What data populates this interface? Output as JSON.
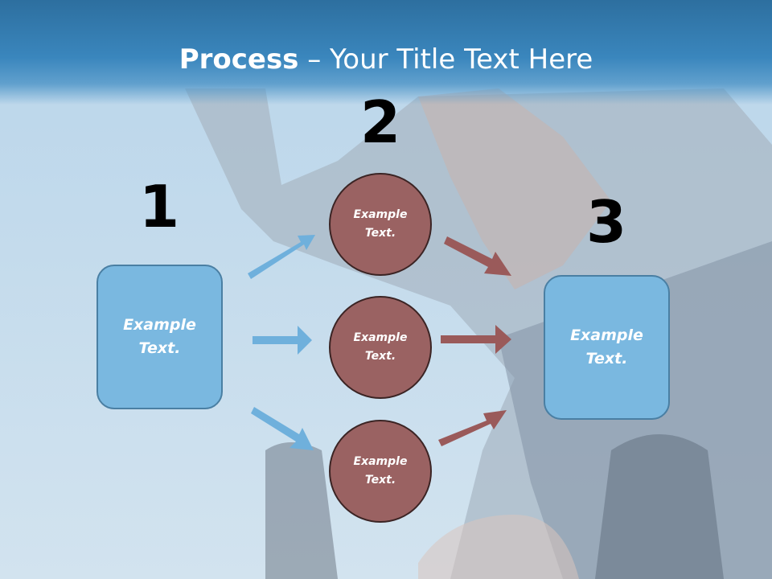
{
  "title": {
    "bold": "Process",
    "rest": " – Your Title Text Here"
  },
  "steps": [
    {
      "number": "1",
      "text": "Example Text."
    },
    {
      "number": "2",
      "text": "Example Text."
    },
    {
      "number": "3",
      "text": "Example Text."
    }
  ],
  "circles": [
    {
      "text": "Example Text."
    },
    {
      "text": "Example Text."
    },
    {
      "text": "Example Text."
    }
  ],
  "colors": {
    "header": "#3a86bd",
    "box_fill": "#7ab8e0",
    "circle_fill": "#9a6262",
    "arrow_blue": "#6fb0dc",
    "arrow_red": "#9a5a5a"
  }
}
